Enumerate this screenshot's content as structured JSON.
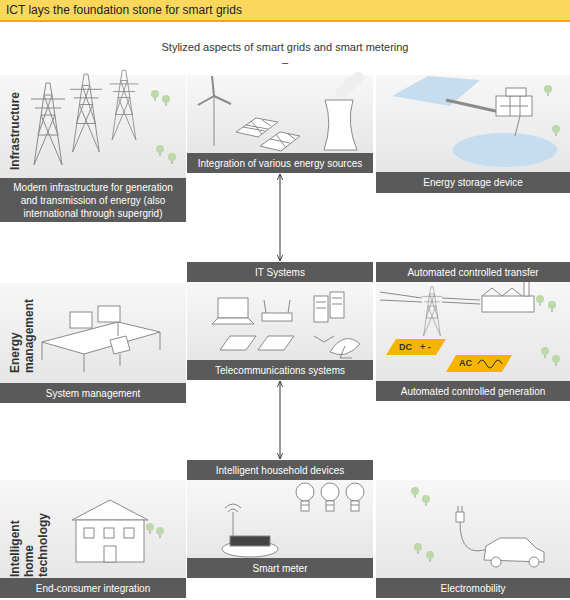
{
  "diagram": {
    "title": "ICT lays the foundation stone for smart grids",
    "nodes": [
      {
        "text": [
          "Infrastructure"
        ]
      },
      {
        "text": [
          "Modern infrastructure for generation and transmission of energy (also international through supergrid)"
        ],
        "in": 0
      },
      {
        "text": [
          "Integration of various energy sources"
        ],
        "in": 0
      },
      {
        "text": [
          "Energy storage device"
        ],
        "in": 0
      },
      {
        "text": [
          "Energy management"
        ]
      },
      {
        "text": [
          "IT Systems"
        ],
        "in": 4
      },
      {
        "text": [
          "Automated controlled transfer"
        ],
        "in": 4
      },
      {
        "text": [
          "Telecommunications systems"
        ],
        "in": 4
      },
      {
        "text": [
          "System management"
        ],
        "in": 4
      },
      {
        "text": [
          "Automated controlled generation"
        ],
        "in": 4
      },
      {
        "text": [
          "Intelligent home technology"
        ]
      },
      {
        "text": [
          "Intelligent household devices"
        ],
        "in": 10
      },
      {
        "text": [
          "End-consumer integration"
        ],
        "in": 10
      },
      {
        "text": [
          "Smart meter"
        ],
        "in": 10
      },
      {
        "text": [
          "Electromobility"
        ],
        "in": 10
      }
    ],
    "edges": [
      {
        "from": 2,
        "to": 5,
        "arrow": "both"
      },
      {
        "from": 7,
        "to": 11,
        "arrow": "both"
      }
    ],
    "labels": [
      "Stylized aspects of smart grids and smart metering",
      "–",
      "DC",
      "+ -",
      "AC"
    ]
  }
}
